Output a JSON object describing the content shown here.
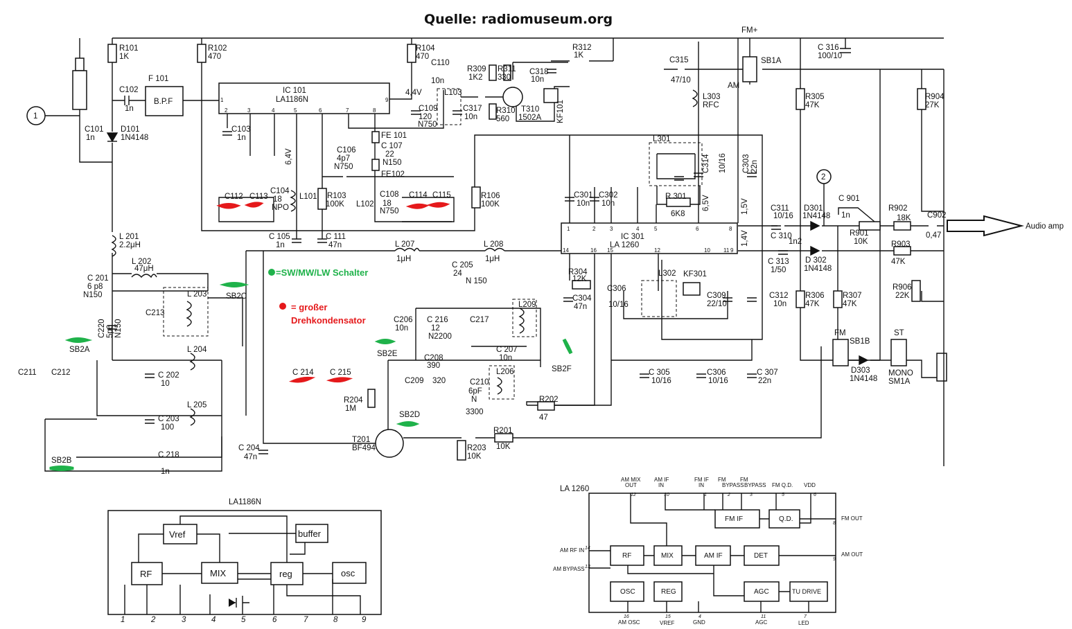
{
  "title": "Quelle: radiomuseum.org",
  "rails": {
    "fm_plus": "FM+",
    "am": "AM",
    "audio_amp": "Audio amp"
  },
  "legend": {
    "green": "=SW/MW/LW Schalter",
    "red_line1": "= großer",
    "red_line2": "Drehkondensator"
  },
  "colors": {
    "highlight_red": "#e5191b",
    "highlight_green": "#1fb24a",
    "ink": "#111111"
  },
  "nodes": {
    "n1": "1",
    "n2": "2"
  },
  "ics": {
    "ic101": {
      "name": "IC 101",
      "part": "LA1186N",
      "pins": [
        "1",
        "2",
        "3",
        "4",
        "5",
        "6",
        "7",
        "8",
        "9"
      ]
    },
    "ic301": {
      "name": "IC 301",
      "part": "LA 1260",
      "pins_top": [
        "1",
        "2",
        "3",
        "4",
        "5",
        "6",
        "8"
      ],
      "pins_bot": [
        "14",
        "16",
        "15",
        "12",
        "10",
        "9",
        "11"
      ]
    }
  },
  "parts": [
    {
      "id": "r101a",
      "t": "R101"
    },
    {
      "id": "r101b",
      "t": "1K"
    },
    {
      "id": "r102a",
      "t": "R102"
    },
    {
      "id": "r102b",
      "t": "470"
    },
    {
      "id": "r104a",
      "t": "R104"
    },
    {
      "id": "r104b",
      "t": "470"
    },
    {
      "id": "c110a",
      "t": "C110"
    },
    {
      "id": "c110b",
      "t": "10n"
    },
    {
      "id": "r309a",
      "t": "R309"
    },
    {
      "id": "r309b",
      "t": "1K2"
    },
    {
      "id": "r311a",
      "t": "R311"
    },
    {
      "id": "r311b",
      "t": "330"
    },
    {
      "id": "c318a",
      "t": "C318"
    },
    {
      "id": "c318b",
      "t": "10n"
    },
    {
      "id": "r312a",
      "t": "R312"
    },
    {
      "id": "r312b",
      "t": "1K"
    },
    {
      "id": "c316a",
      "t": "C 316"
    },
    {
      "id": "c316b",
      "t": "100/10"
    },
    {
      "id": "c315a",
      "t": "C315"
    },
    {
      "id": "c315b",
      "t": "47/10"
    },
    {
      "id": "sb1a",
      "t": "SB1A"
    },
    {
      "id": "r305a",
      "t": "R305"
    },
    {
      "id": "r305b",
      "t": "47K"
    },
    {
      "id": "r904a",
      "t": "R904"
    },
    {
      "id": "r904b",
      "t": "27K"
    },
    {
      "id": "c102a",
      "t": "C102"
    },
    {
      "id": "c102b",
      "t": "1n"
    },
    {
      "id": "f101",
      "t": "F 101"
    },
    {
      "id": "bpf",
      "t": "B.P.F"
    },
    {
      "id": "c101a",
      "t": "C101"
    },
    {
      "id": "c101b",
      "t": "1n"
    },
    {
      "id": "d101a",
      "t": "D101"
    },
    {
      "id": "d101b",
      "t": "1N4148"
    },
    {
      "id": "v44",
      "t": "4,4V"
    },
    {
      "id": "l103",
      "t": "L103"
    },
    {
      "id": "c109a",
      "t": "C109"
    },
    {
      "id": "c109b",
      "t": "120"
    },
    {
      "id": "c109c",
      "t": "N750"
    },
    {
      "id": "c317a",
      "t": "C317"
    },
    {
      "id": "c317b",
      "t": "10n"
    },
    {
      "id": "r310a",
      "t": "R310"
    },
    {
      "id": "r310b",
      "t": "560"
    },
    {
      "id": "t310a",
      "t": "T310"
    },
    {
      "id": "t310b",
      "t": "1502A"
    },
    {
      "id": "kf101",
      "t": "KF101"
    },
    {
      "id": "l303a",
      "t": "L303"
    },
    {
      "id": "l303b",
      "t": "RFC"
    },
    {
      "id": "c103a",
      "t": "C103"
    },
    {
      "id": "c103b",
      "t": "1n"
    },
    {
      "id": "v64a",
      "t": "6,4V"
    },
    {
      "id": "fe101",
      "t": "FE 101"
    },
    {
      "id": "c107a",
      "t": "C 107"
    },
    {
      "id": "c107b",
      "t": "22"
    },
    {
      "id": "c107c",
      "t": "N150"
    },
    {
      "id": "c106a",
      "t": "C106"
    },
    {
      "id": "c106b",
      "t": "4p7"
    },
    {
      "id": "c106c",
      "t": "N750"
    },
    {
      "id": "fe102",
      "t": "FE102"
    },
    {
      "id": "l301",
      "t": "L301"
    },
    {
      "id": "c314a",
      "t": "C314"
    },
    {
      "id": "c314b",
      "t": "10/16"
    },
    {
      "id": "c303a",
      "t": "C303"
    },
    {
      "id": "c303b",
      "t": "22n"
    },
    {
      "id": "c112",
      "t": "C112"
    },
    {
      "id": "c113",
      "t": "C113"
    },
    {
      "id": "c104a",
      "t": "C104"
    },
    {
      "id": "c104b",
      "t": "18"
    },
    {
      "id": "c104c",
      "t": "NPO"
    },
    {
      "id": "l101",
      "t": "L101"
    },
    {
      "id": "r103a",
      "t": "R103"
    },
    {
      "id": "r103b",
      "t": "100K"
    },
    {
      "id": "l102",
      "t": "L102"
    },
    {
      "id": "c108a",
      "t": "C108"
    },
    {
      "id": "c108b",
      "t": "18"
    },
    {
      "id": "c108c",
      "t": "N750"
    },
    {
      "id": "c114",
      "t": "C114"
    },
    {
      "id": "c115",
      "t": "C115"
    },
    {
      "id": "r106a",
      "t": "R106"
    },
    {
      "id": "r106b",
      "t": "100K"
    },
    {
      "id": "c301a",
      "t": "C301"
    },
    {
      "id": "c301b",
      "t": "10n"
    },
    {
      "id": "c302a",
      "t": "C302"
    },
    {
      "id": "c302b",
      "t": "10n"
    },
    {
      "id": "r301a",
      "t": "R 301"
    },
    {
      "id": "r301b",
      "t": "6K8"
    },
    {
      "id": "v65",
      "t": "6,5V"
    },
    {
      "id": "v15",
      "t": "1,5V"
    },
    {
      "id": "v14",
      "t": "1,4V"
    },
    {
      "id": "c311a",
      "t": "C311"
    },
    {
      "id": "c311b",
      "t": "10/16"
    },
    {
      "id": "d301a",
      "t": "D301"
    },
    {
      "id": "d301b",
      "t": "1N4148"
    },
    {
      "id": "c901a",
      "t": "C 901"
    },
    {
      "id": "c901b",
      "t": "1n"
    },
    {
      "id": "r902a",
      "t": "R902"
    },
    {
      "id": "r902b",
      "t": "18K"
    },
    {
      "id": "c902a",
      "t": "C902"
    },
    {
      "id": "c902b",
      "t": "0,47"
    },
    {
      "id": "r901a",
      "t": "R901"
    },
    {
      "id": "r901b",
      "t": "10K"
    },
    {
      "id": "c105a",
      "t": "C 105"
    },
    {
      "id": "c105b",
      "t": "1n"
    },
    {
      "id": "c111a",
      "t": "C 111"
    },
    {
      "id": "c111b",
      "t": "47n"
    },
    {
      "id": "c310a",
      "t": "C 310"
    },
    {
      "id": "c310b",
      "t": "1n2"
    },
    {
      "id": "l201a",
      "t": "L 201"
    },
    {
      "id": "l201b",
      "t": "2.2μH"
    },
    {
      "id": "l207a",
      "t": "L 207"
    },
    {
      "id": "l207b",
      "t": "1μH"
    },
    {
      "id": "l208a",
      "t": "L 208"
    },
    {
      "id": "l208b",
      "t": "1μH"
    },
    {
      "id": "c205a",
      "t": "C 205"
    },
    {
      "id": "c205b",
      "t": "24"
    },
    {
      "id": "n150",
      "t": "N 150"
    },
    {
      "id": "c313a",
      "t": "C 313"
    },
    {
      "id": "c313b",
      "t": "1/50"
    },
    {
      "id": "d302a",
      "t": "D 302"
    },
    {
      "id": "d302b",
      "t": "1N4148"
    },
    {
      "id": "r903a",
      "t": "R903"
    },
    {
      "id": "r903b",
      "t": "47K"
    },
    {
      "id": "l202a",
      "t": "L 202"
    },
    {
      "id": "l202b",
      "t": "47μH"
    },
    {
      "id": "c201a",
      "t": "C 201"
    },
    {
      "id": "c201b",
      "t": "6 p8"
    },
    {
      "id": "c201c",
      "t": "N150"
    },
    {
      "id": "r304a",
      "t": "R304"
    },
    {
      "id": "r304b",
      "t": "12K"
    },
    {
      "id": "l302",
      "t": "L302"
    },
    {
      "id": "kf301",
      "t": "KF301"
    },
    {
      "id": "r906a",
      "t": "R906"
    },
    {
      "id": "r906b",
      "t": "22K"
    },
    {
      "id": "l203",
      "t": "L 203"
    },
    {
      "id": "sb2c",
      "t": "SB2C"
    },
    {
      "id": "c213",
      "t": "C213"
    },
    {
      "id": "c304a",
      "t": "C304"
    },
    {
      "id": "c304b",
      "t": "47n"
    },
    {
      "id": "c306a",
      "t": "C306"
    },
    {
      "id": "c306b",
      "t": "10/16"
    },
    {
      "id": "c309a",
      "t": "C309"
    },
    {
      "id": "c309b",
      "t": "22/10"
    },
    {
      "id": "c312a",
      "t": "C312"
    },
    {
      "id": "c312b",
      "t": "10n"
    },
    {
      "id": "r306a",
      "t": "R306"
    },
    {
      "id": "r306b",
      "t": "47K"
    },
    {
      "id": "r307a",
      "t": "R307"
    },
    {
      "id": "r307b",
      "t": "47K"
    },
    {
      "id": "c206a",
      "t": "C206"
    },
    {
      "id": "c206b",
      "t": "10n"
    },
    {
      "id": "c216a",
      "t": "C 216"
    },
    {
      "id": "c216b",
      "t": "12"
    },
    {
      "id": "c216c",
      "t": "N2200"
    },
    {
      "id": "c217",
      "t": "C217"
    },
    {
      "id": "l209",
      "t": "L209"
    },
    {
      "id": "c220a",
      "t": "C220"
    },
    {
      "id": "c220b",
      "t": "5p6"
    },
    {
      "id": "c220c",
      "t": "N150"
    },
    {
      "id": "sb2a",
      "t": "SB2A"
    },
    {
      "id": "l204",
      "t": "L 204"
    },
    {
      "id": "c207a",
      "t": "C 207"
    },
    {
      "id": "c207b",
      "t": "10n"
    },
    {
      "id": "sb2e",
      "t": "SB2E"
    },
    {
      "id": "c208a",
      "t": "C208"
    },
    {
      "id": "c208b",
      "t": "390"
    },
    {
      "id": "fm",
      "t": "FM"
    },
    {
      "id": "sb1b",
      "t": "SB1B"
    },
    {
      "id": "st",
      "t": "ST"
    },
    {
      "id": "c211",
      "t": "C211"
    },
    {
      "id": "c212",
      "t": "C212"
    },
    {
      "id": "c202a",
      "t": "C 202"
    },
    {
      "id": "c202b",
      "t": "10"
    },
    {
      "id": "c214",
      "t": "C 214"
    },
    {
      "id": "c215",
      "t": "C 215"
    },
    {
      "id": "c209",
      "t": "C209"
    },
    {
      "id": "n320",
      "t": "320"
    },
    {
      "id": "c210a",
      "t": "C210"
    },
    {
      "id": "c210b",
      "t": "6pF"
    },
    {
      "id": "c210c",
      "t": "N"
    },
    {
      "id": "l206",
      "t": "L206"
    },
    {
      "id": "sb2f",
      "t": "SB2F"
    },
    {
      "id": "c305a",
      "t": "C 305"
    },
    {
      "id": "c305b",
      "t": "10/16"
    },
    {
      "id": "c306xa",
      "t": "C306"
    },
    {
      "id": "c306xb",
      "t": "10/16"
    },
    {
      "id": "c307a",
      "t": "C 307"
    },
    {
      "id": "c307b",
      "t": "22n"
    },
    {
      "id": "d303a",
      "t": "D303"
    },
    {
      "id": "d303b",
      "t": "1N4148"
    },
    {
      "id": "mono",
      "t": "MONO"
    },
    {
      "id": "sm1a",
      "t": "SM1A"
    },
    {
      "id": "r204a",
      "t": "R204"
    },
    {
      "id": "r204b",
      "t": "1M"
    },
    {
      "id": "n3300",
      "t": "3300"
    },
    {
      "id": "r202a",
      "t": "R202"
    },
    {
      "id": "r202b",
      "t": "47"
    },
    {
      "id": "l205",
      "t": "L 205"
    },
    {
      "id": "c203a",
      "t": "C 203"
    },
    {
      "id": "c203b",
      "t": "100"
    },
    {
      "id": "sb2d",
      "t": "SB2D"
    },
    {
      "id": "r201a",
      "t": "R201"
    },
    {
      "id": "r201b",
      "t": "10K"
    },
    {
      "id": "c204a",
      "t": "C 204"
    },
    {
      "id": "c204b",
      "t": "47n"
    },
    {
      "id": "t201a",
      "t": "T201"
    },
    {
      "id": "t201b",
      "t": "BF494"
    },
    {
      "id": "r203a",
      "t": "R203"
    },
    {
      "id": "r203b",
      "t": "10K"
    },
    {
      "id": "sb2b",
      "t": "SB2B"
    },
    {
      "id": "c218a",
      "t": "C 218"
    },
    {
      "id": "c218b",
      "t": "1n"
    }
  ],
  "la1186_block": {
    "title": "LA1186N",
    "blocks": {
      "vref": "Vref",
      "buffer": "buffer",
      "rf": "RF",
      "mix": "MIX",
      "reg": "reg",
      "osc": "osc"
    },
    "pins": [
      "1",
      "2",
      "3",
      "4",
      "5",
      "6",
      "7",
      "8",
      "9"
    ]
  },
  "la1260_block": {
    "title": "LA 1260",
    "blocks": {
      "rf": "RF",
      "mix": "MIX",
      "amif": "AM IF",
      "fmif": "FM  IF",
      "qd": "Q.D.",
      "det": "DET",
      "osc": "OSC",
      "reg": "REG",
      "agc": "AGC",
      "tudrive": "TU DRIVE"
    },
    "top_labels": [
      {
        "l1": "AM MIX",
        "l2": "OUT",
        "pin": "12"
      },
      {
        "l1": "AM IF",
        "l2": "IN",
        "pin": "10"
      },
      {
        "l1": "FM IF",
        "l2": "IN",
        "pin": "1"
      },
      {
        "l1": "FM",
        "l2": "BYPASS",
        "pin": "2"
      },
      {
        "l1": "FM",
        "l2": "BYPASS",
        "pin": "3"
      },
      {
        "l1": "FM Q.D.",
        "l2": "",
        "pin": "5"
      },
      {
        "l1": "VDD",
        "l2": "",
        "pin": "6"
      }
    ],
    "left_labels": [
      {
        "t": "AM RF IN",
        "pin": "14"
      },
      {
        "t": "AM BYPASS",
        "pin": "13"
      }
    ],
    "right_labels": [
      {
        "t": "FM  OUT",
        "pin": "8"
      },
      {
        "t": "AM  OUT",
        "pin": "9"
      }
    ],
    "bottom_labels": [
      {
        "t": "AM OSC",
        "pin": "16"
      },
      {
        "t": "VREF",
        "pin": "15"
      },
      {
        "t": "GND",
        "pin": "4"
      },
      {
        "t": "AGC",
        "pin": "11"
      },
      {
        "t": "LED",
        "pin": "7"
      }
    ]
  }
}
